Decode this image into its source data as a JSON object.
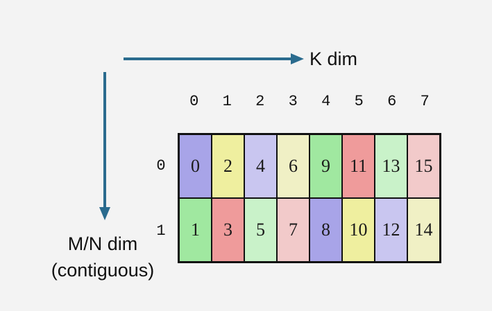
{
  "canvas": {
    "background": "#f3f3f3"
  },
  "axes": {
    "k_dim": {
      "label": "K dim",
      "arrow_color": "#2a6b8e"
    },
    "mn_dim": {
      "label_line1": "M/N dim",
      "label_line2": "(contiguous)",
      "arrow_color": "#2a6b8e"
    }
  },
  "grid": {
    "column_headers": [
      "0",
      "1",
      "2",
      "3",
      "4",
      "5",
      "6",
      "7"
    ],
    "rows": [
      {
        "label": "0",
        "cells": [
          {
            "value": "0",
            "color": "#a8a4e8"
          },
          {
            "value": "2",
            "color": "#efef9f"
          },
          {
            "value": "4",
            "color": "#c9c6f0"
          },
          {
            "value": "6",
            "color": "#f0f0c5"
          },
          {
            "value": "9",
            "color": "#a0e8a0"
          },
          {
            "value": "11",
            "color": "#ef9b9b"
          },
          {
            "value": "13",
            "color": "#c9f2c9"
          },
          {
            "value": "15",
            "color": "#f2caca"
          }
        ]
      },
      {
        "label": "1",
        "cells": [
          {
            "value": "1",
            "color": "#a0e8a0"
          },
          {
            "value": "3",
            "color": "#ef9b9b"
          },
          {
            "value": "5",
            "color": "#c9f2c9"
          },
          {
            "value": "7",
            "color": "#f2caca"
          },
          {
            "value": "8",
            "color": "#a8a4e8"
          },
          {
            "value": "10",
            "color": "#efef9f"
          },
          {
            "value": "12",
            "color": "#c9c6f0"
          },
          {
            "value": "14",
            "color": "#f0f0c5"
          }
        ]
      }
    ]
  }
}
